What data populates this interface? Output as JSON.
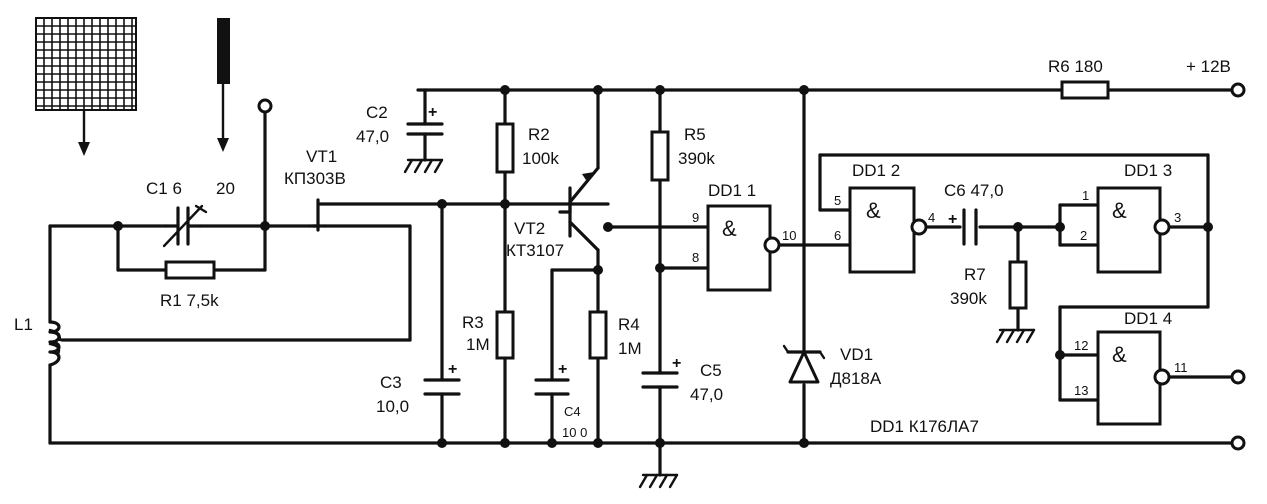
{
  "labels": {
    "c1": "C1 6",
    "c1_max": "20",
    "r1": "R1 7,5k",
    "l1": "L1",
    "vt1_name": "VT1",
    "vt1_type": "КП303В",
    "c2_name": "C2",
    "c2_value": "47,0",
    "c3_name": "C3",
    "c3_value": "10,0",
    "r2_name": "R2",
    "r2_value": "100k",
    "r3_name": "R3",
    "r3_value": "1M",
    "vt2_name": "VT2",
    "vt2_type": "КТ3107",
    "c4_name": "C4",
    "c4_value": "10 0",
    "r4_name": "R4",
    "r4_value": "1M",
    "r5_name": "R5",
    "r5_value": "390k",
    "c5_name": "C5",
    "c5_value": "47,0",
    "vd1_name": "VD1",
    "vd1_type": "Д818А",
    "r6": "R6 180",
    "supply": "+ 12В",
    "dd1_1": "DD1 1",
    "dd1_2": "DD1 2",
    "dd1_3": "DD1 3",
    "dd1_4": "DD1 4",
    "c6": "C6 47,0",
    "r7_name": "R7",
    "r7_value": "390k",
    "ic_type": "DD1 К176ЛА7",
    "amp": "&",
    "plus": "+",
    "pins": {
      "p9": "9",
      "p8": "8",
      "p10": "10",
      "p5": "5",
      "p6": "6",
      "p4": "4",
      "p1": "1",
      "p2": "2",
      "p3": "3",
      "p12": "12",
      "p13": "13",
      "p11": "11"
    }
  }
}
